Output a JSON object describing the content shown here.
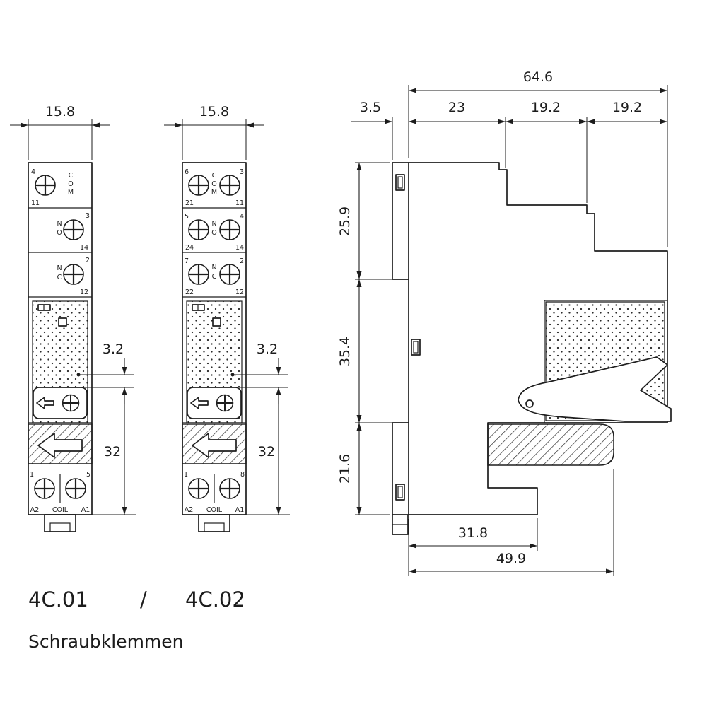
{
  "front_view_1": {
    "width_dim": "15.8",
    "row1": {
      "n_tl": "4",
      "n_bl": "11",
      "l1": "C",
      "l2": "O",
      "l3": "M"
    },
    "row2": {
      "n_tr": "3",
      "n_br": "14",
      "l1": "N",
      "l2": "O"
    },
    "row3": {
      "n_tr": "2",
      "n_br": "12",
      "l1": "N",
      "l2": "C"
    },
    "coil": {
      "n_l": "1",
      "n_r": "5",
      "t_l": "A2",
      "t_c": "COIL",
      "t_r": "A1"
    },
    "gap_dim": "3.2",
    "height_dim": "32"
  },
  "front_view_2": {
    "width_dim": "15.8",
    "row1": {
      "n_tl": "6",
      "n_bl": "21",
      "n_tr": "3",
      "n_br": "11",
      "l1": "C",
      "l2": "O",
      "l3": "M"
    },
    "row2": {
      "n_tl": "5",
      "n_bl": "24",
      "n_tr": "4",
      "n_br": "14",
      "l1": "N",
      "l2": "O"
    },
    "row3": {
      "n_tl": "7",
      "n_bl": "22",
      "n_tr": "2",
      "n_br": "12",
      "l1": "N",
      "l2": "C"
    },
    "coil": {
      "n_l": "1",
      "n_r": "8",
      "t_l": "A2",
      "t_c": "COIL",
      "t_r": "A1"
    },
    "gap_dim": "3.2",
    "height_dim": "32"
  },
  "side_view": {
    "total_width": "64.6",
    "rail_offset": "3.5",
    "seg_a": "23",
    "seg_b": "19.2",
    "seg_c": "19.2",
    "h_top": "25.9",
    "h_mid": "35.4",
    "h_bottom": "21.6",
    "depth_inner": "31.8",
    "depth_outer": "49.9"
  },
  "caption": {
    "model_left": "4C.01",
    "separator": "/",
    "model_right": "4C.02",
    "subtitle": "Schraubklemmen"
  }
}
